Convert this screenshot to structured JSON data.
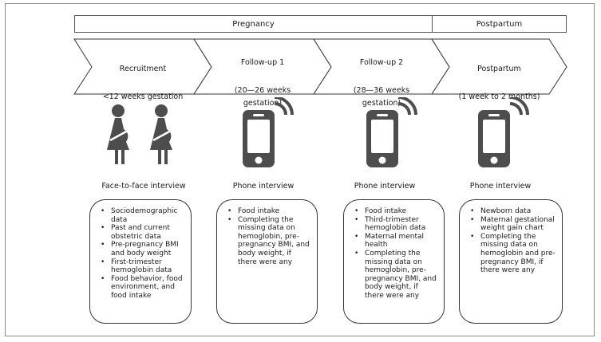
{
  "phases": {
    "pregnancy": "Pregnancy",
    "postpartum": "Postpartum"
  },
  "stages": [
    {
      "title": "Recruitment",
      "subtitle": "<12 weeks gestation"
    },
    {
      "title": "Follow-up 1",
      "subtitle": "(20—26 weeks\ngestation)"
    },
    {
      "title": "Follow-up 2",
      "subtitle": "(28—36 weeks\ngestation)"
    },
    {
      "title": "Postpartum",
      "subtitle": "(1 week to 2 months)"
    }
  ],
  "interviews": [
    "Face-to-face interview",
    "Phone interview",
    "Phone interview",
    "Phone interview"
  ],
  "boxes": [
    [
      "Sociodemographic data",
      "Past and current obstetric data",
      "Pre-pregnancy BMI and body weight",
      "First-trimester hemoglobin data",
      "Food behavior, food environment, and food intake"
    ],
    [
      "Food intake",
      "Completing the missing data on hemoglobin, pre-pregnancy BMI, and body weight, if there were any"
    ],
    [
      "Food intake",
      "Third-trimester hemoglobin data",
      "Maternal mental health",
      "Completing the missing data on hemoglobin, pre-pregnancy BMI, and body weight, if there were any"
    ],
    [
      "Newborn data",
      "Maternal gestational weight gain chart",
      "Completing the missing data on hemoglobin and pre-pregnancy BMI, if there were any"
    ]
  ],
  "icons": [
    "pregnant-women-icon",
    "mobile-phone-icon",
    "mobile-phone-icon",
    "mobile-phone-icon"
  ]
}
